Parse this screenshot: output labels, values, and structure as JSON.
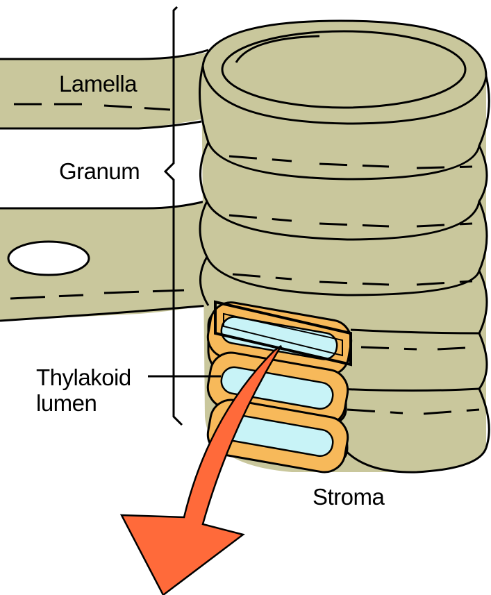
{
  "labels": {
    "lamella": "Lamella",
    "granum": "Granum",
    "thylakoid_line1": "Thylakoid",
    "thylakoid_line2": "lumen",
    "stroma": "Stroma"
  },
  "colors": {
    "membrane": "#c9c79c",
    "thylakoid_border": "#f7b95a",
    "lumen": "#c8f3f7",
    "arrow": "#ff6a3a",
    "outline": "#000000",
    "background": "#ffffff"
  }
}
